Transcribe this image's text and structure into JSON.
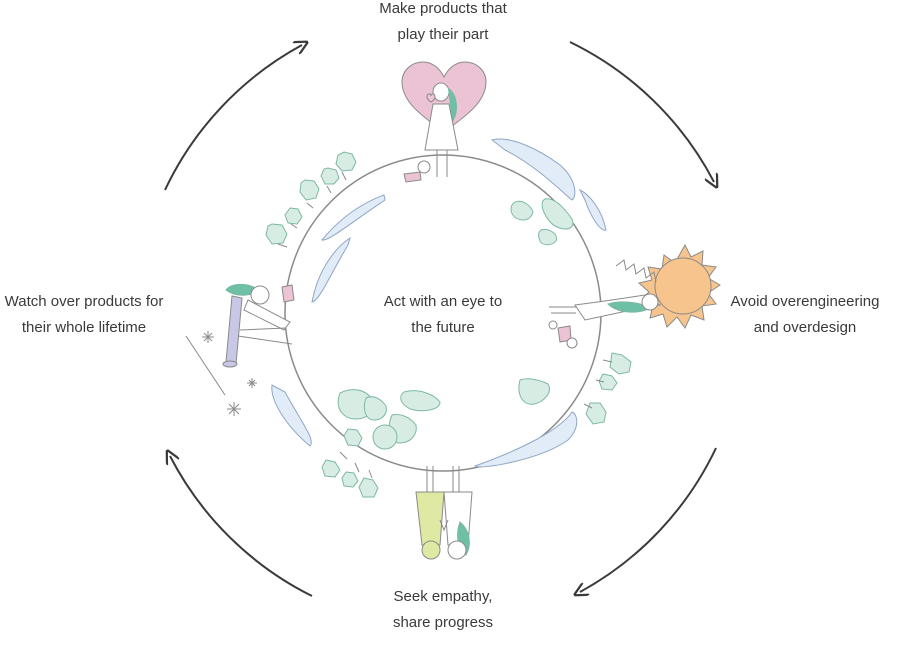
{
  "diagram": {
    "center": {
      "line1": "Act with an eye to",
      "line2": "the future"
    },
    "top": {
      "line1": "Make products that",
      "line2": "play their part"
    },
    "right": {
      "line1": "Avoid overengineering",
      "line2": "and overdesign"
    },
    "bottom": {
      "line1": "Seek empathy,",
      "line2": "share progress"
    },
    "left": {
      "line1": "Watch over products for",
      "line2": "their whole lifetime"
    }
  },
  "colors": {
    "stroke": "#8a8a8a",
    "arrow": "#3a3a3a",
    "heart": "#ecc3d4",
    "sun": "#f7c48e",
    "tree": "#d7ede4",
    "tree_stroke": "#7fb8a4",
    "water": "#e1ecf8",
    "water_stroke": "#8ea6c4",
    "teal": "#6dc0a6",
    "lime": "#dfe9a3",
    "lilac": "#c9c7e6",
    "pink": "#ecc3d4"
  },
  "icons": [
    "heart-icon",
    "sun-icon",
    "tree-icon",
    "pond-icon",
    "person-icon",
    "sparkle-icon",
    "arrow-icon"
  ]
}
